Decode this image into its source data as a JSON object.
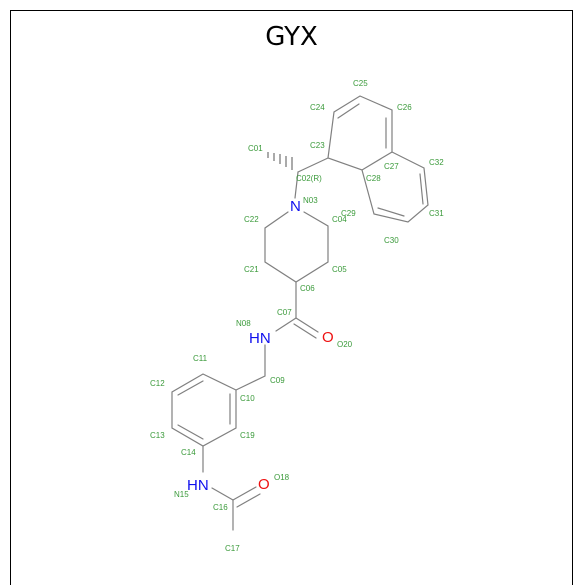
{
  "title": "GYX",
  "atoms": {
    "C01": "C01",
    "C02": "C02(R)",
    "N03": "N03",
    "C04": "C04",
    "C05": "C05",
    "C06": "C06",
    "C07": "C07",
    "N08": "N08",
    "C09": "C09",
    "C10": "C10",
    "C11": "C11",
    "C12": "C12",
    "C13": "C13",
    "C14": "C14",
    "N15": "N15",
    "C16": "C16",
    "C17": "C17",
    "O18": "O18",
    "C19": "C19",
    "O20": "O20",
    "C21": "C21",
    "C22": "C22",
    "C23": "C23",
    "C24": "C24",
    "C25": "C25",
    "C26": "C26",
    "C27": "C27",
    "C28": "C28",
    "C29": "C29",
    "C30": "C30",
    "C31": "C31",
    "C32": "C32"
  },
  "hetero": {
    "N": "N",
    "NH": "HN",
    "O": "O"
  },
  "colors": {
    "carbon_bond": "#808080",
    "nitrogen": "#1010ee",
    "oxygen": "#ee1010",
    "label": "#3a9a3a"
  }
}
